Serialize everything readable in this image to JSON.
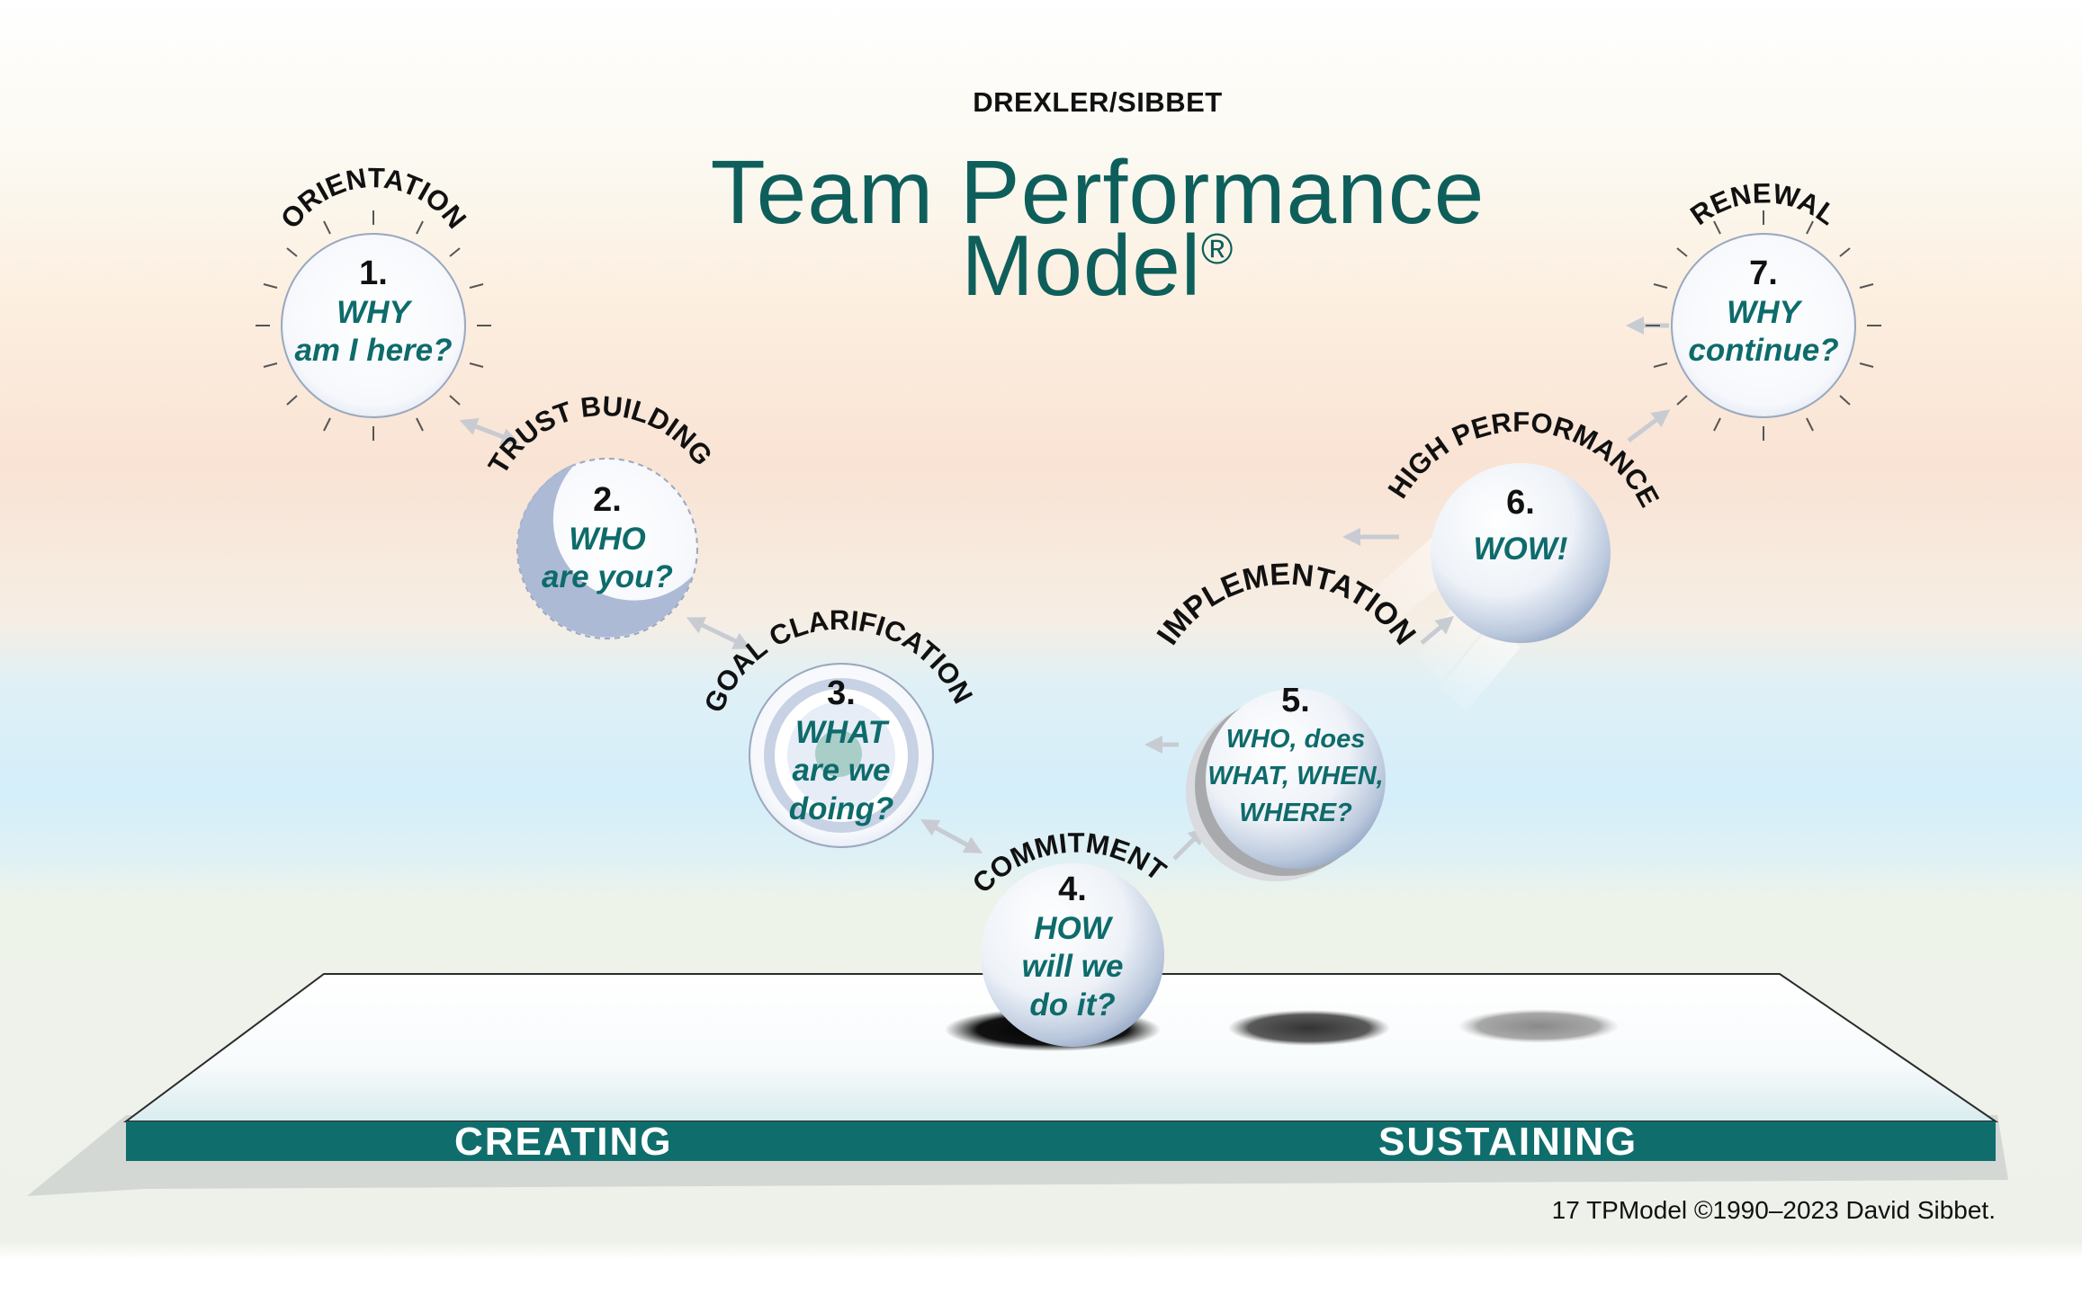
{
  "publisher": "DREXLER/SIBBET",
  "title": {
    "line1": "Team Performance",
    "line2": "Model",
    "mark": "®"
  },
  "stages": [
    {
      "name": "ORIENTATION",
      "number": "1.",
      "question_lines": [
        "WHY",
        "am I here?"
      ]
    },
    {
      "name": "TRUST BUILDING",
      "number": "2.",
      "question_lines": [
        "WHO",
        "are you?"
      ]
    },
    {
      "name": "GOAL CLARIFICATION",
      "number": "3.",
      "question_lines": [
        "WHAT",
        "are we",
        "doing?"
      ]
    },
    {
      "name": "COMMITMENT",
      "number": "4.",
      "question_lines": [
        "HOW",
        "will we",
        "do it?"
      ]
    },
    {
      "name": "IMPLEMENTATION",
      "number": "5.",
      "question_lines": [
        "WHO, does",
        "WHAT, WHEN,",
        "WHERE?"
      ]
    },
    {
      "name": "HIGH PERFORMANCE",
      "number": "6.",
      "question_lines": [
        "WOW!"
      ]
    },
    {
      "name": "RENEWAL",
      "number": "7.",
      "question_lines": [
        "WHY",
        "continue?"
      ]
    }
  ],
  "band": {
    "left_label": "CREATING",
    "right_label": "SUSTAINING"
  },
  "colors": {
    "teal": "#0e6b6b",
    "title_teal": "#0e5f5b",
    "band_teal": "#0f6e6c"
  },
  "footer": "17 TPModel ©1990–2023 David Sibbet."
}
